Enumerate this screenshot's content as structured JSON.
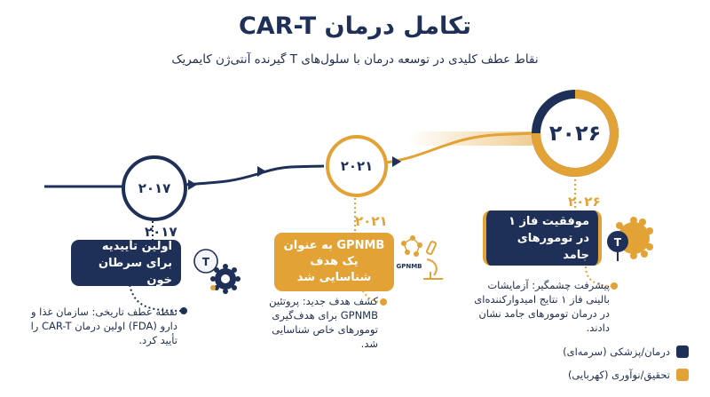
{
  "title": "تکامل درمان CAR-T",
  "subtitle": "نقاط عطف کلیدی در توسعه درمان با سلول‌های T گیرنده آنتی‌ژن کایمریک",
  "colors": {
    "navy": "#1f3058",
    "amber": "#e3a235"
  },
  "milestones": [
    {
      "year": "۲۰۱۷",
      "card_text": "اولین تأییدیه برای سرطان خون",
      "note": "نقطه عطف تاریخی: سازمان غذا و دارو (FDA) اولین درمان CAR-T را تأیید کرد.",
      "icon_letter": "T"
    },
    {
      "year": "۲۰۲۱",
      "card_text": "GPNMB به عنوان یک هدف شناسایی شد",
      "note": "کشف هدف جدید: پروتئین GPNMB برای هدف‌گیری تومورهای خاص شناسایی شد.",
      "icon_label": "GPNMB"
    },
    {
      "year": "۲۰۲۶",
      "card_text": "موفقیت فاز ۱ در تومورهای جامد",
      "note": "پیشرفت چشمگیر: آزمایشات بالینی فاز ۱ نتایج امیدوارکننده‌ای در درمان تومورهای جامد نشان دادند.",
      "icon_letter": "T"
    }
  ],
  "legend": [
    {
      "label": "درمان/پزشکی (سرمه‌ای)",
      "color": "#1f3058"
    },
    {
      "label": "تحقیق/نوآوری (کهربایی)",
      "color": "#e3a235"
    }
  ]
}
